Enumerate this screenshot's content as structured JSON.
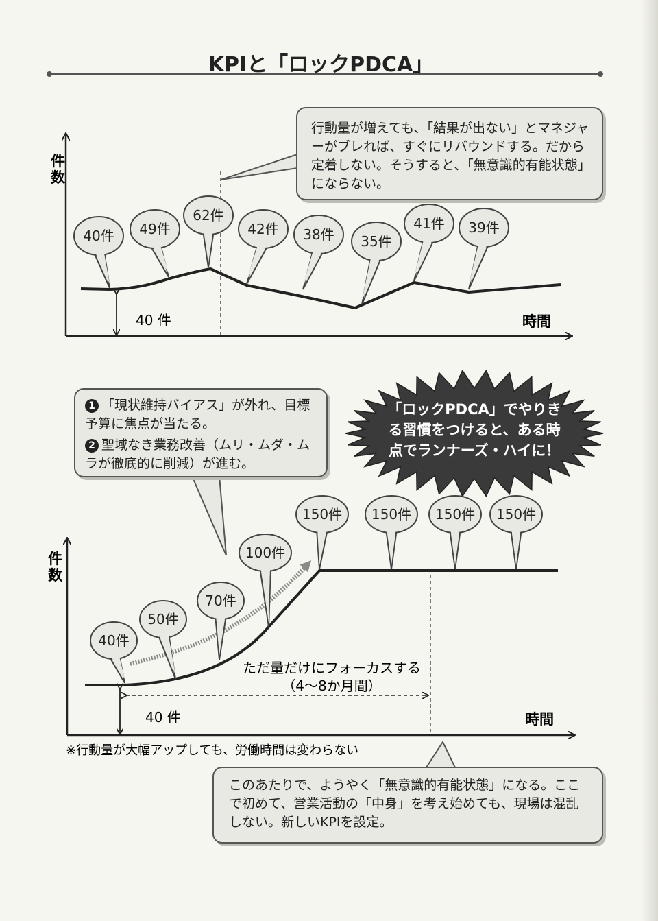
{
  "title": "KPIと「ロックPDCA」",
  "diagram1": {
    "y_label": "件数",
    "x_label": "時間",
    "baseline_label": "40 件",
    "balloons": [
      "40件",
      "49件",
      "62件",
      "42件",
      "38件",
      "35件",
      "41件",
      "39件"
    ],
    "note": "行動量が増えても、「結果が出ない」とマネジャーがブレれば、すぐにリバウンドする。だから定着しない。そうすると、「無意識的有能状態」にならない。"
  },
  "diagram2": {
    "y_label": "件数",
    "x_label": "時間",
    "baseline_label": "40 件",
    "balloons": [
      "40件",
      "50件",
      "70件",
      "100件",
      "150件",
      "150件",
      "150件",
      "150件"
    ],
    "callout_item1": "「現状維持バイアス」が外れ、目標予算に焦点が当たる。",
    "callout_item2": "聖域なき業務改善（ムリ・ムダ・ムラが徹底的に削減）が進む。",
    "callout_item1_num": "1",
    "callout_item2_num": "2",
    "burst_text": "「ロックPDCA」でやりきる習慣をつけると、ある時点でランナーズ・ハイに！",
    "focus_text": "ただ量だけにフォーカスする",
    "focus_period": "（4～8か月間）",
    "footnote": "※行動量が大幅アップしても、労働時間は変わらない",
    "bottom_note": "このあたりで、ようやく「無意識的有能状態」になる。ここで初めて、営業活動の「中身」を考え始めても、現場は混乱しない。新しいKPIを設定。"
  }
}
